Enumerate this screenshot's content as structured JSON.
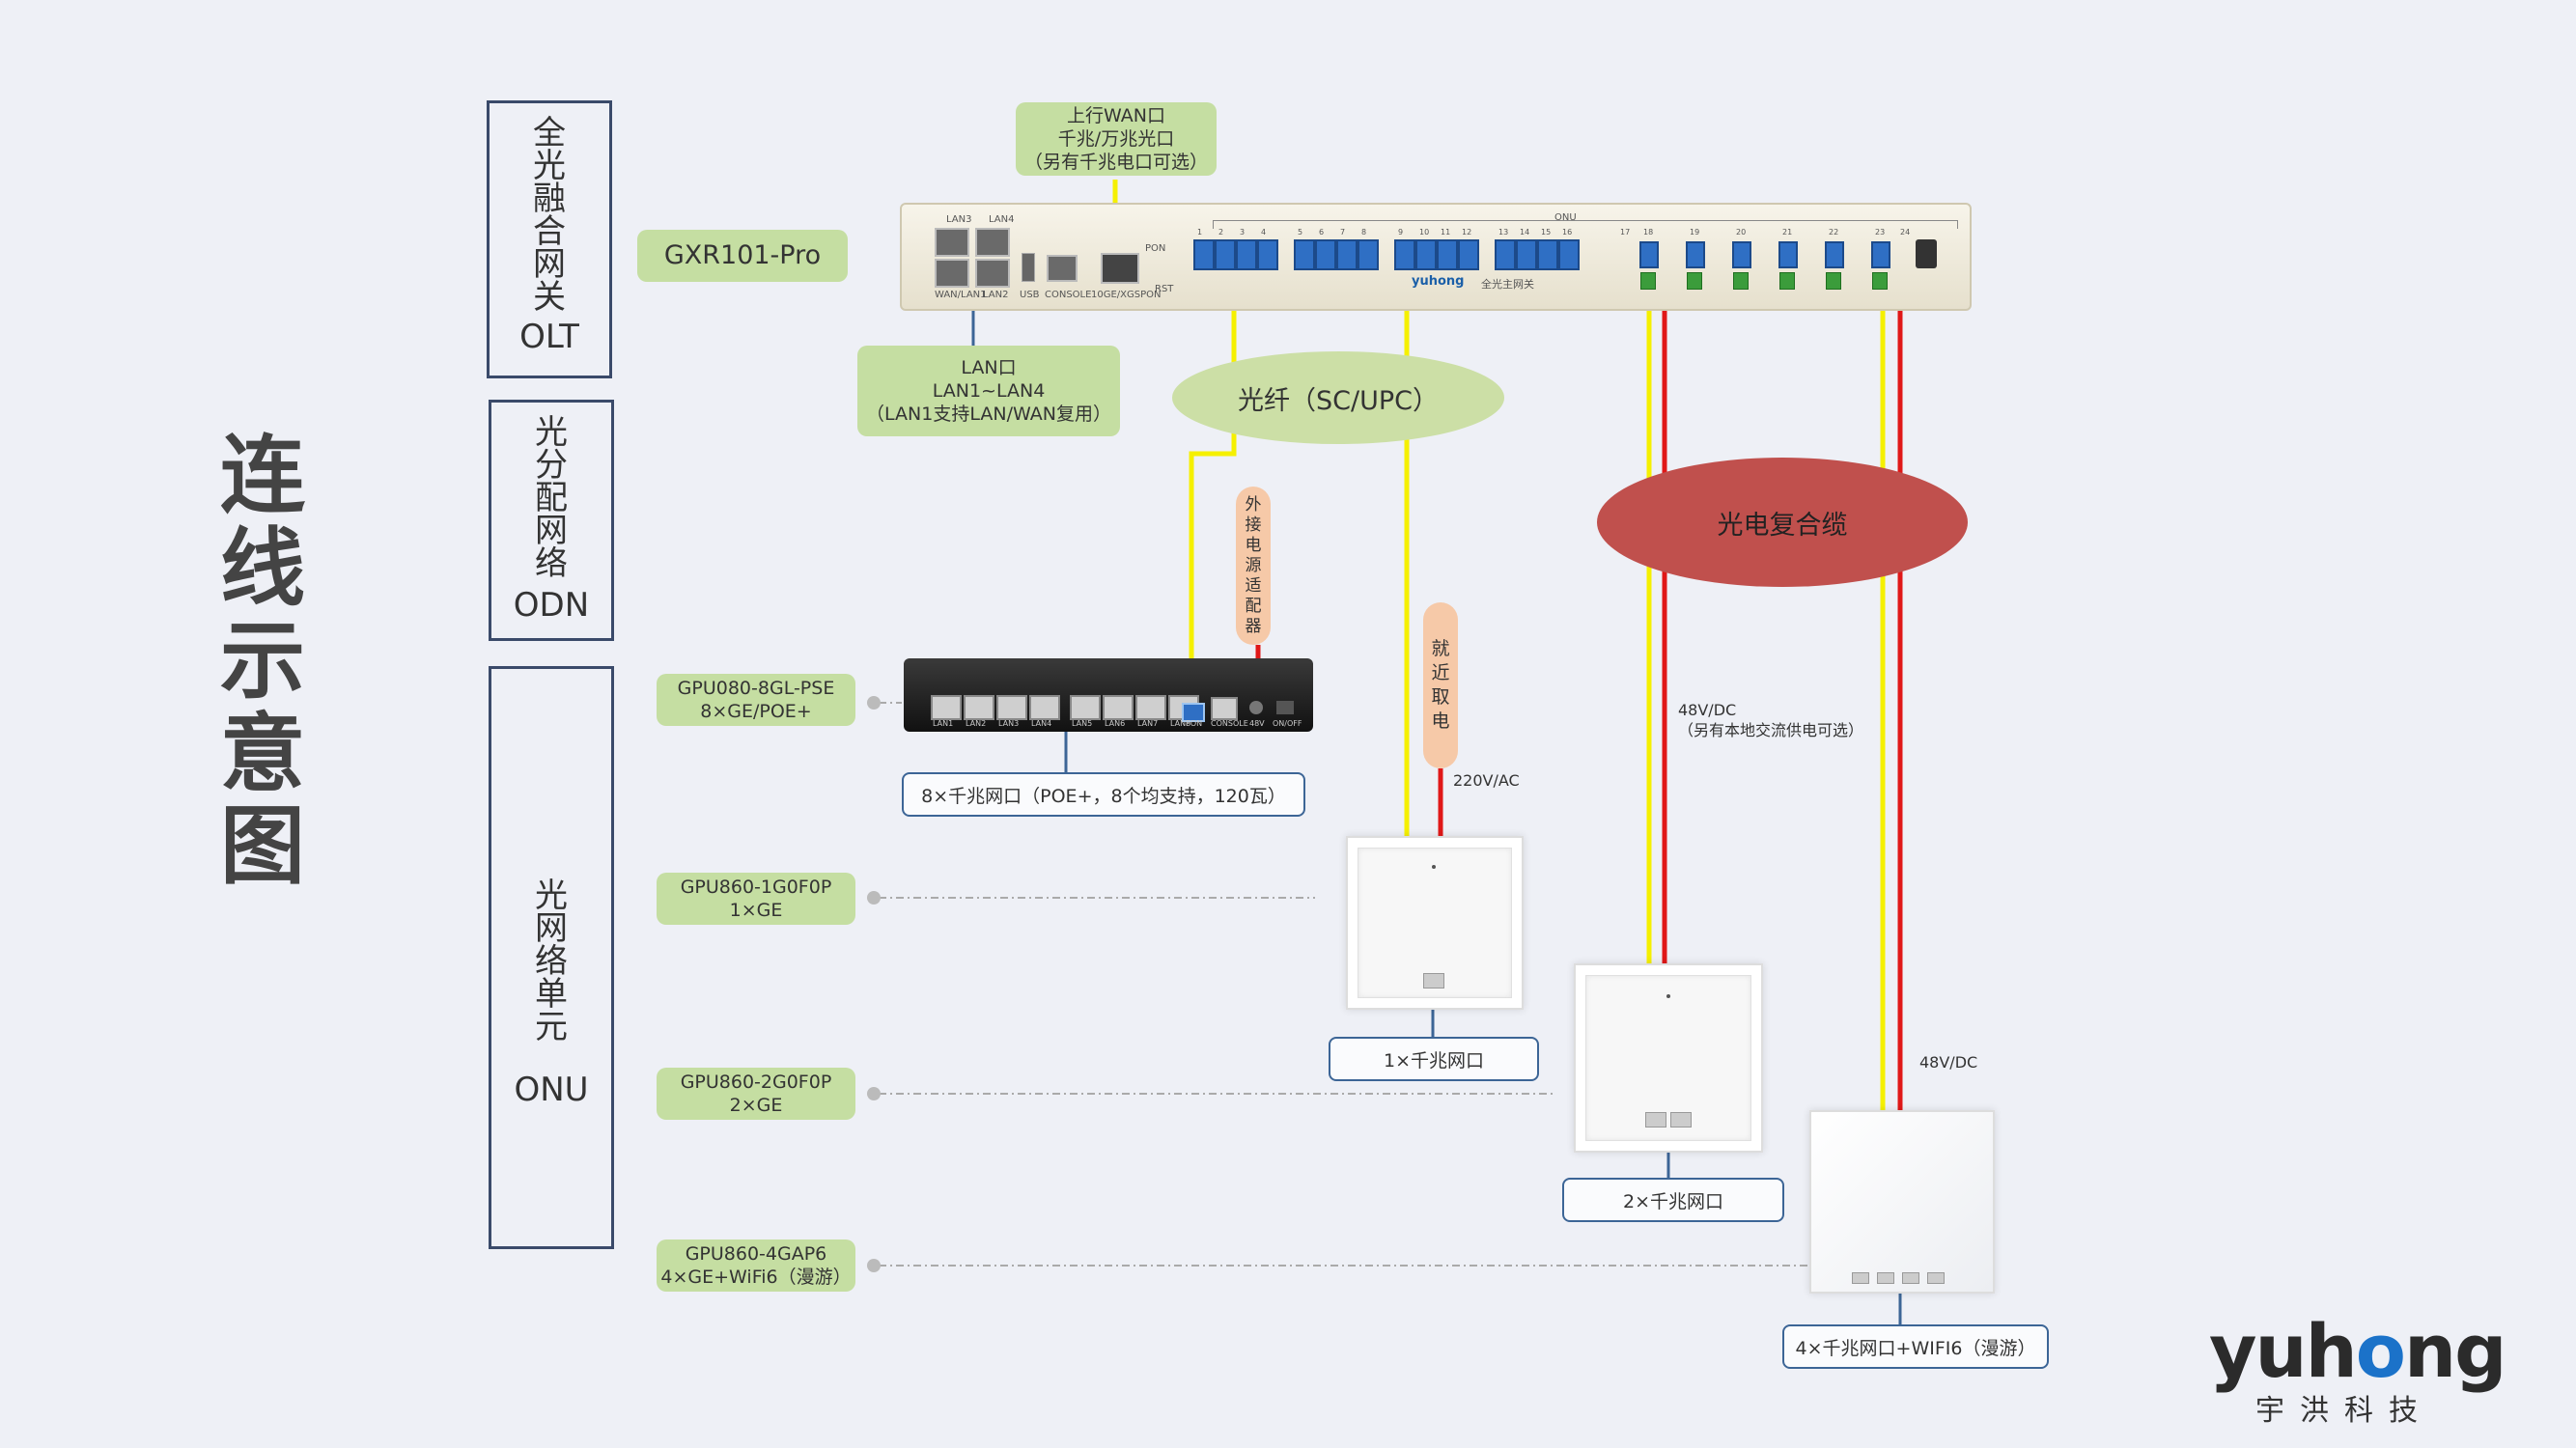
{
  "title_chars": [
    "连",
    "线",
    "示",
    "意",
    "图"
  ],
  "sections": {
    "olt": {
      "chars": [
        "全",
        "光",
        "融",
        "合",
        "网",
        "关"
      ],
      "code": "OLT"
    },
    "odn": {
      "chars": [
        "光",
        "分",
        "配",
        "网",
        "络"
      ],
      "code": "ODN"
    },
    "onu": {
      "chars": [
        "光",
        "网",
        "络",
        "单",
        "元"
      ],
      "code": "ONU"
    }
  },
  "gateway_model": "GXR101-Pro",
  "uplink_callout": [
    "上行WAN口",
    "千兆/万兆光口",
    "（另有千兆电口可选）"
  ],
  "lan_callout": [
    "LAN口",
    "LAN1~LAN4",
    "（LAN1支持LAN/WAN复用）"
  ],
  "fiber_label": "光纤（SC/UPC）",
  "composite_cable_label": "光电复合缆",
  "external_adapter_chars": [
    "外",
    "接",
    "电",
    "源",
    "适",
    "配",
    "器"
  ],
  "nearby_power_chars": [
    "就",
    "近",
    "取",
    "电"
  ],
  "power_notes": {
    "ac": "220V/AC",
    "dc1": [
      "48V/DC",
      "（另有本地交流供电可选）"
    ],
    "dc2": "48V/DC"
  },
  "olt_device": {
    "brand": "yuhong",
    "product_line": "全光主网关",
    "port_labels": {
      "lan3": "LAN3",
      "lan4": "LAN4",
      "wan": "WAN/LAN1",
      "lan2": "LAN2",
      "usb": "USB",
      "console": "CONSOLE",
      "uplink": "10GE/XGSPON",
      "onu": "ONU",
      "pon": "PON",
      "rst": "RST"
    },
    "port_numbers": [
      "1",
      "2",
      "3",
      "4",
      "5",
      "6",
      "7",
      "8",
      "9",
      "10",
      "11",
      "12",
      "13",
      "14",
      "15",
      "16",
      "17",
      "18",
      "19",
      "20",
      "21",
      "22",
      "23",
      "24"
    ]
  },
  "switch_device": {
    "port_labels": [
      "LAN1",
      "LAN2",
      "LAN3",
      "LAN4",
      "LAN5",
      "LAN6",
      "LAN7",
      "LAN8",
      "PON",
      "CONSOLE",
      "48V",
      "ON/OFF"
    ]
  },
  "onu_models": [
    {
      "lines": [
        "GPU080-8GL-PSE",
        "8×GE/POE+"
      ],
      "port_desc": "8×千兆网口（POE+，8个均支持，120瓦）"
    },
    {
      "lines": [
        "GPU860-1G0F0P",
        "1×GE"
      ],
      "port_desc": "1×千兆网口"
    },
    {
      "lines": [
        "GPU860-2G0F0P",
        "2×GE"
      ],
      "port_desc": "2×千兆网口"
    },
    {
      "lines": [
        "GPU860-4GAP6",
        "4×GE+WiFi6（漫游）"
      ],
      "port_desc": "4×千兆网口+WIFI6（漫游）"
    }
  ],
  "logo": {
    "text": "yuhong",
    "subtitle": "宇洪科技"
  },
  "colors": {
    "fiber": "#f5f000",
    "power": "#e01818",
    "tag_green": "#c5dea2",
    "ellipse_green": "#ccdfa6",
    "ellipse_red": "#c0504d",
    "pill_orange": "#f6c9a8",
    "section_border": "#3a4a6a",
    "outline_blue": "#3c6596",
    "lan_link": "#3c6596"
  }
}
